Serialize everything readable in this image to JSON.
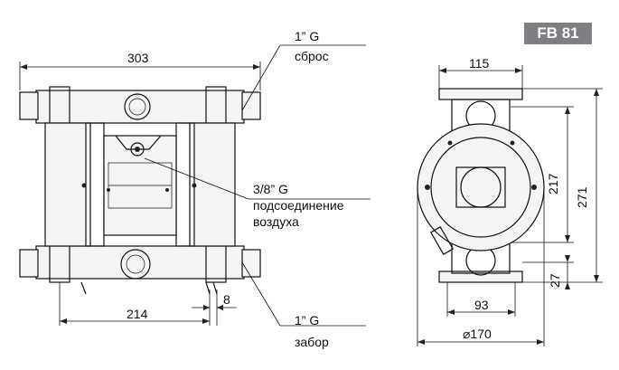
{
  "badge": "FB 81",
  "dims": {
    "width_total": "303",
    "base_span": "214",
    "small_gap": "8",
    "side_width": "115",
    "side_base": "93",
    "diameter": "⌀170",
    "height_mid": "217",
    "height_total": "271",
    "height_low": "27"
  },
  "callouts": {
    "discharge_size": "1” G",
    "discharge_label": "сброс",
    "air_size": "3/8” G",
    "air_label_1": "подсоединение",
    "air_label_2": "воздуха",
    "suction_size": "1” G",
    "suction_label": "забор"
  }
}
